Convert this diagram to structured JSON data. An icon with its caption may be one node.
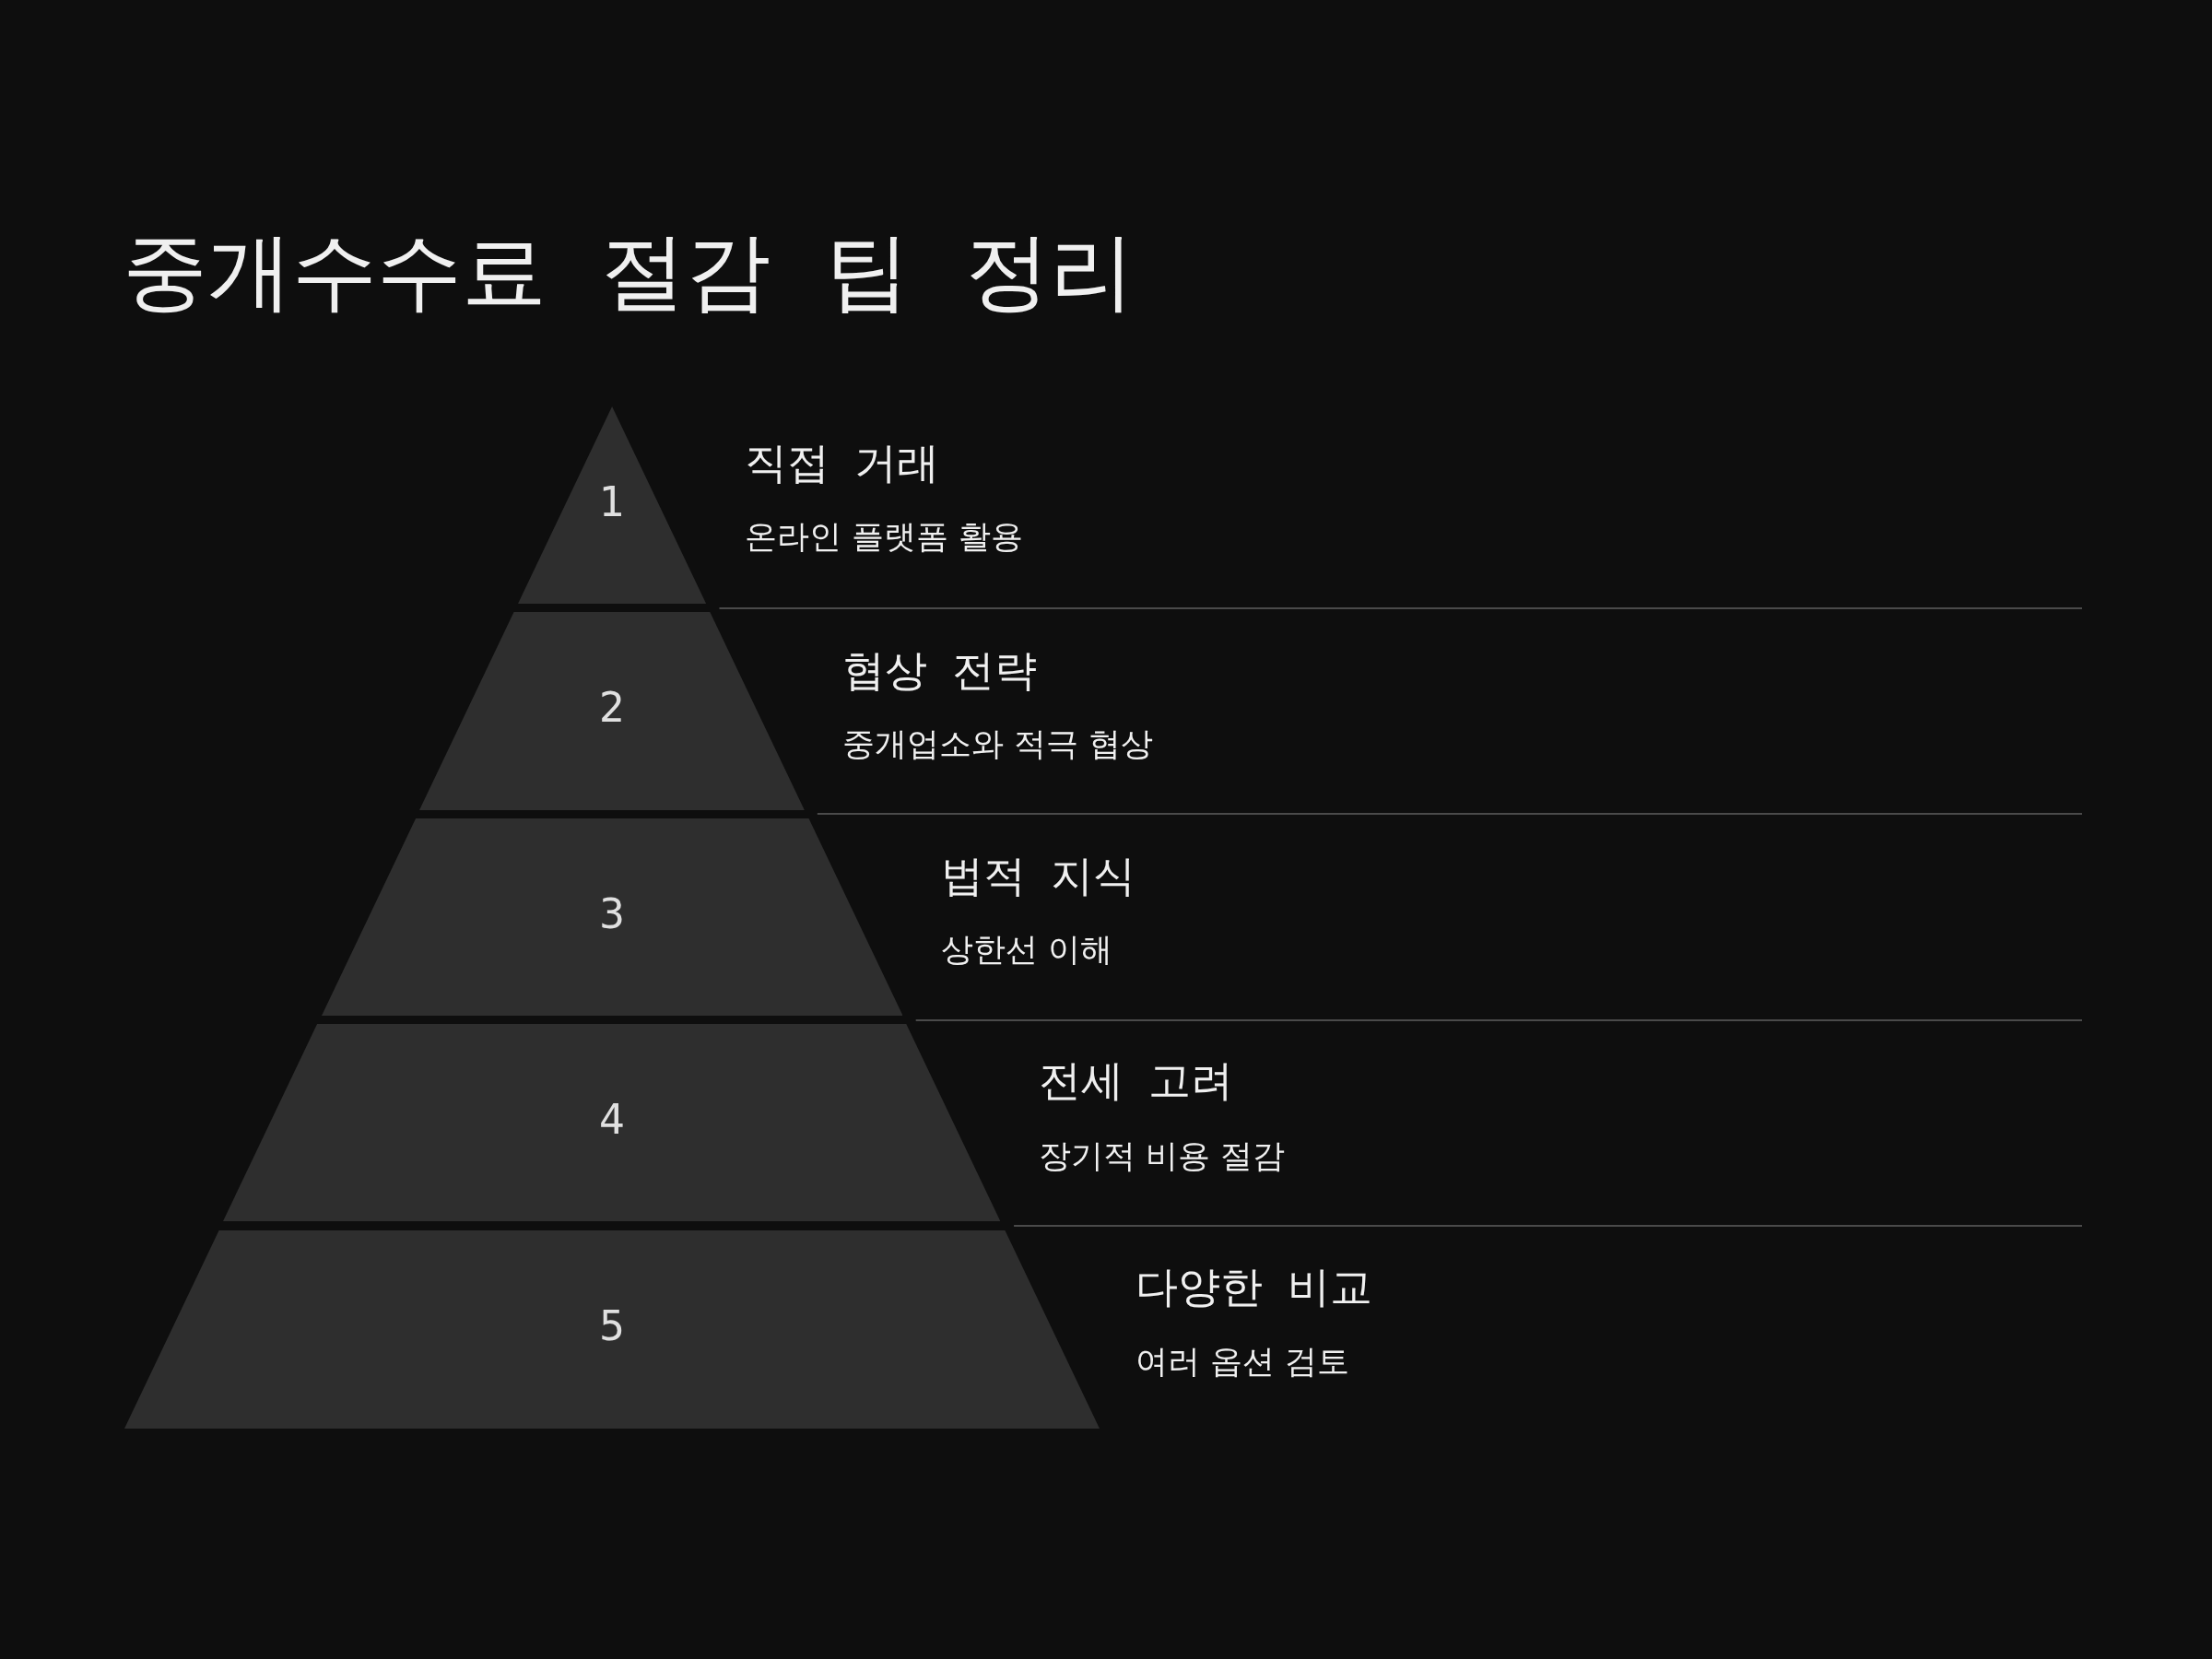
{
  "diagram": {
    "title": "중개수수료 절감 팁 정리",
    "nodes": [
      {
        "text": [
          "1"
        ],
        "beside": [
          "직접 거래",
          "온라인 플랫폼 활용"
        ]
      },
      {
        "text": [
          "2"
        ],
        "beside": [
          "협상 전략",
          "중개업소와 적극 협상"
        ]
      },
      {
        "text": [
          "3"
        ],
        "beside": [
          "법적 지식",
          "상한선 이해"
        ]
      },
      {
        "text": [
          "4"
        ],
        "beside": [
          "전세 고려",
          "장기적 비용 절감"
        ]
      },
      {
        "text": [
          "5"
        ],
        "beside": [
          "다양한 비교",
          "여러 옵션 검토"
        ]
      }
    ]
  }
}
